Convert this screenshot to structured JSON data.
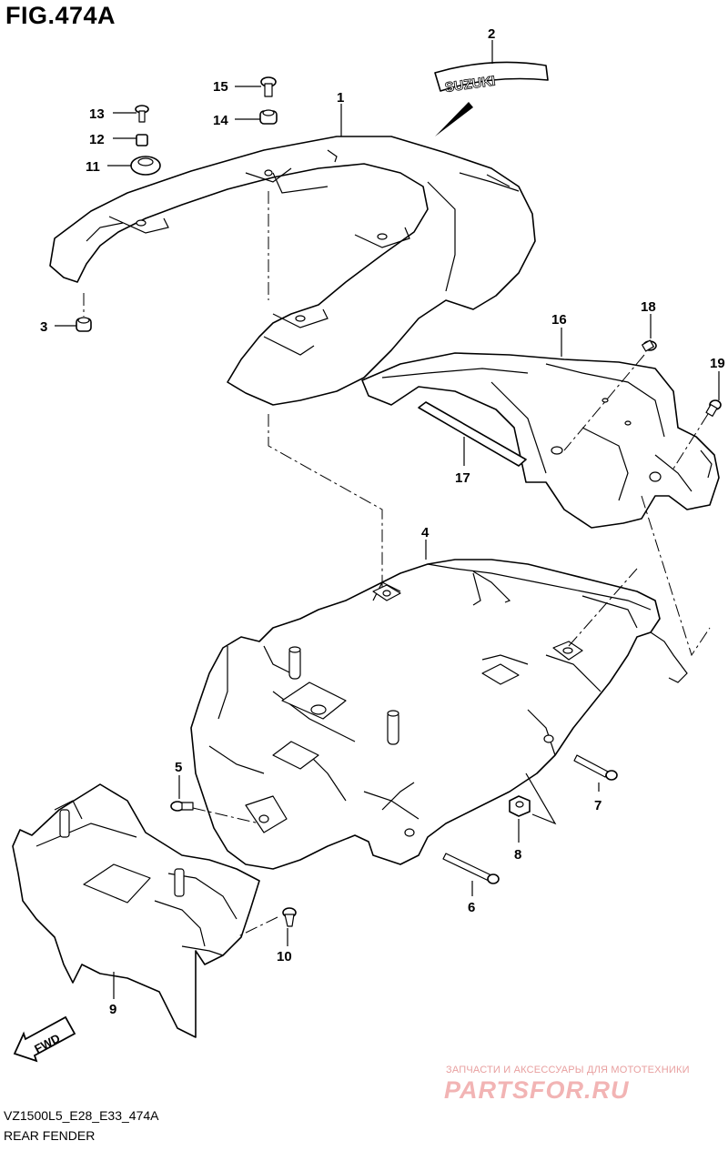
{
  "figure": {
    "title": "FIG.474A",
    "model_code": "VZ1500L5_E28_E33_474A",
    "section_title": "REAR FENDER"
  },
  "decal": {
    "brand_text": "SUZUKI",
    "fwd_text": "FWD"
  },
  "callouts": [
    "1",
    "2",
    "3",
    "4",
    "5",
    "6",
    "7",
    "8",
    "9",
    "10",
    "11",
    "12",
    "13",
    "14",
    "15",
    "16",
    "17",
    "18",
    "19"
  ],
  "watermark": {
    "tagline": "ЗАПЧАСТИ И АКСЕССУАРЫ ДЛЯ МОТОТЕХНИКИ",
    "logo": "PARTSFOR.RU"
  }
}
